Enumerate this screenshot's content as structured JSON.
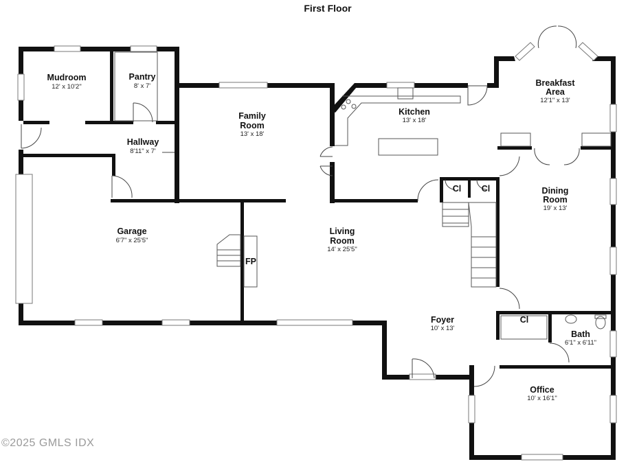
{
  "title": "First Floor",
  "copyright": "©2025 GMLS IDX",
  "rooms": {
    "mudroom": {
      "name": "Mudroom",
      "dims": "12' x 10'2\""
    },
    "pantry": {
      "name": "Pantry",
      "dims": "8' x 7'"
    },
    "hallway": {
      "name": "Hallway",
      "dims": "8'11\" x 7'"
    },
    "family": {
      "name_line1": "Family",
      "name_line2": "Room",
      "dims": "13' x 18'"
    },
    "kitchen": {
      "name": "Kitchen",
      "dims": "13' x 18'"
    },
    "breakfast": {
      "name_line1": "Breakfast",
      "name_line2": "Area",
      "dims": "12'1\" x 13'"
    },
    "dining": {
      "name_line1": "Dining",
      "name_line2": "Room",
      "dims": "19' x 13'"
    },
    "garage": {
      "name": "Garage",
      "dims": "6'7\" x 25'5\""
    },
    "living": {
      "name_line1": "Living",
      "name_line2": "Room",
      "dims": "14' x 25'5\""
    },
    "foyer": {
      "name": "Foyer",
      "dims": "10' x 13'"
    },
    "bath": {
      "name": "Bath",
      "dims": "6'1\" x 6'11\""
    },
    "office": {
      "name": "Office",
      "dims": "10' x 16'1\""
    }
  },
  "labels": {
    "fireplace": "FP",
    "closet_1": "Cl",
    "closet_2": "Cl",
    "closet_3": "Cl"
  }
}
